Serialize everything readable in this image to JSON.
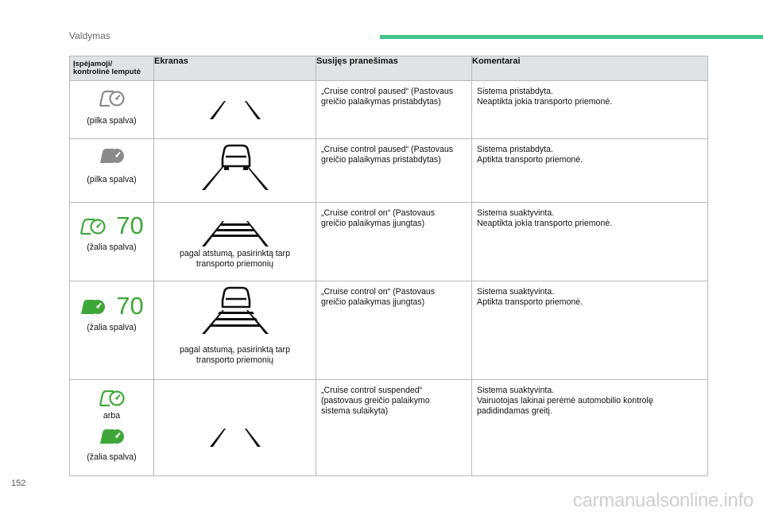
{
  "page": {
    "section_title": "Valdymas",
    "page_number": "152",
    "watermark": "carmanualsonline.info",
    "accent_color": "#40c58a"
  },
  "table": {
    "headers": {
      "warning_lamp": [
        "Įspėjamoji/",
        "kontrolinė lemputė"
      ],
      "display": "Ekranas",
      "message": "Susijęs pranešimas",
      "comments": "Komentarai"
    },
    "rows": [
      {
        "lamp_icon": "speedometer-outline-grey-icon",
        "lamp_color": "#8a8a8a",
        "lamp_note": "(pilka spalva)",
        "display_icon": "lane-lines-icon",
        "display_caption": [],
        "message": [
          "„Cruise control paused“ (Pastovaus",
          "greičio palaikymas pristabdytas)"
        ],
        "comments": [
          "Sistema pristabdyta.",
          "Neaptikta jokia transporto priemonė."
        ]
      },
      {
        "lamp_icon": "speedometer-filled-grey-icon",
        "lamp_color": "#8a8a8a",
        "lamp_note": "(pilka spalva)",
        "display_icon": "lane-car-icon",
        "display_caption": [],
        "message": [
          "„Cruise control paused“ (Pastovaus",
          "greičio palaikymas pristabdytas)"
        ],
        "comments": [
          "Sistema pristabdyta.",
          "Aptikta transporto priemonė."
        ]
      },
      {
        "lamp_icon": "speedometer-outline-green-icon",
        "lamp_color": "#3fa63a",
        "lamp_speed": "70",
        "lamp_note": "(žalia spalva)",
        "display_icon": "lane-distance-bars-icon",
        "display_caption": [
          "pagal atstumą, pasirinktą tarp",
          "transporto priemonių"
        ],
        "message": [
          "„Cruise control on“ (Pastovaus",
          "greičio palaikymas įjungtas)"
        ],
        "comments": [
          "Sistema suaktyvinta.",
          "Neaptikta jokia transporto priemonė."
        ]
      },
      {
        "lamp_icon": "speedometer-filled-green-icon",
        "lamp_color": "#3fa63a",
        "lamp_speed": "70",
        "lamp_note": "(žalia spalva)",
        "display_icon": "lane-car-distance-bars-icon",
        "display_caption": [
          "pagal atstumą, pasirinktą tarp",
          "transporto priemonių"
        ],
        "message": [
          "„Cruise control on“ (Pastovaus",
          "greičio palaikymas įjungtas)"
        ],
        "comments": [
          "Sistema suaktyvinta.",
          "Aptikta transporto priemonė."
        ]
      },
      {
        "lamp_icon": "speedometer-outline-green-icon",
        "lamp_icon_alt": "speedometer-filled-green-icon",
        "lamp_color": "#3fa63a",
        "lamp_or": "arba",
        "lamp_note": "(žalia spalva)",
        "display_icon": "lane-lines-icon",
        "display_caption": [],
        "message": [
          "„Cruise control suspended“",
          "(pastovaus greičio palaikymo",
          "sistema sulaikyta)"
        ],
        "comments": [
          "Sistema suaktyvinta.",
          "Vairuotojas lakinai perėmė automobilio kontrolę",
          "padidindamas greitį."
        ]
      }
    ]
  }
}
